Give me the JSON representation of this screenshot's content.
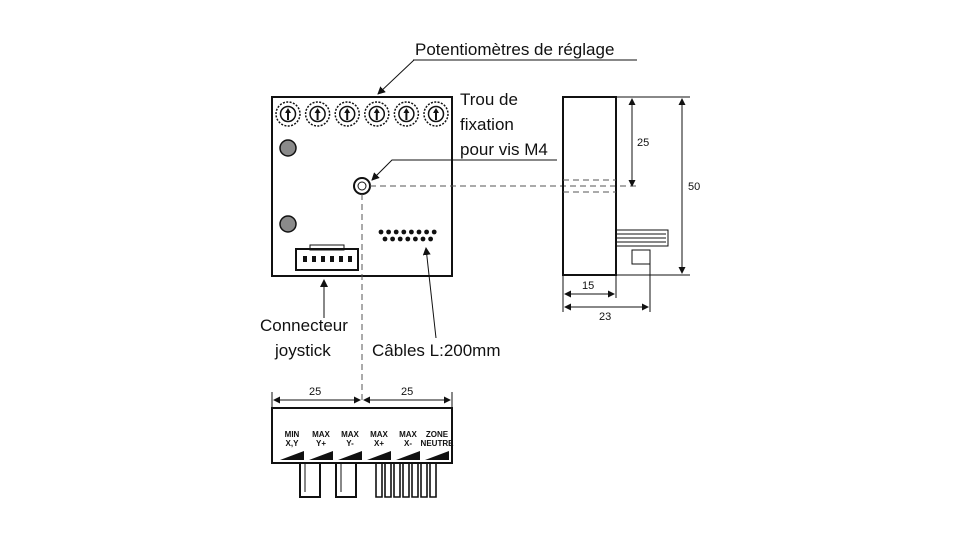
{
  "labels": {
    "potentiometers": "Potentiomètres de réglage",
    "hole_line1": "Trou de",
    "hole_line2": "fixation",
    "hole_line3": "pour vis M4",
    "connector_line1": "Connecteur",
    "connector_line2": "joystick",
    "cables": "Câbles L:200mm"
  },
  "dimensions": {
    "side_top_height": "25",
    "side_total_height": "50",
    "side_depth_inner": "15",
    "side_depth_outer": "23",
    "bottom_left_width": "25",
    "bottom_right_width": "25"
  },
  "pot_labels": [
    {
      "line1": "MIN",
      "line2": "X,Y"
    },
    {
      "line1": "MAX",
      "line2": "Y+"
    },
    {
      "line1": "MAX",
      "line2": "Y-"
    },
    {
      "line1": "MAX",
      "line2": "X+"
    },
    {
      "line1": "MAX",
      "line2": "X-"
    },
    {
      "line1": "ZONE",
      "line2": "NEUTRE"
    }
  ],
  "colors": {
    "ink": "#111111",
    "background": "#ffffff",
    "screw_fill": "#8a8a8a"
  }
}
